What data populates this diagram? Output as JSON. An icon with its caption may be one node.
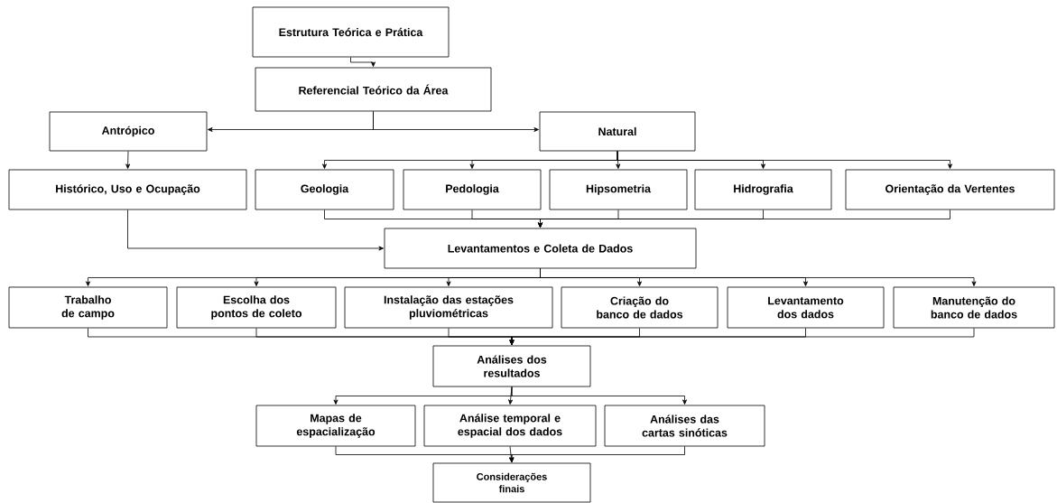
{
  "diagram": {
    "nodes": [
      {
        "text": [
          "Estrutura Teórica e Prática"
        ]
      },
      {
        "text": [
          "Referencial Teórico da Área"
        ]
      },
      {
        "text": [
          "Antrópico"
        ]
      },
      {
        "text": [
          "Natural"
        ]
      },
      {
        "text": [
          "Histórico, Uso e Ocupação"
        ]
      },
      {
        "text": [
          "Geologia"
        ]
      },
      {
        "text": [
          "Pedologia"
        ]
      },
      {
        "text": [
          "Hipsometria"
        ]
      },
      {
        "text": [
          "Hidrografia"
        ]
      },
      {
        "text": [
          "Orientação da Vertentes"
        ]
      },
      {
        "text": [
          "Levantamentos e Coleta de Dados"
        ]
      },
      {
        "text": [
          "Trabalho de campo"
        ]
      },
      {
        "text": [
          "Escolha dos pontos de coleto"
        ]
      },
      {
        "text": [
          "Instalação das estações pluviométricas"
        ]
      },
      {
        "text": [
          "Criação do banco de dados"
        ]
      },
      {
        "text": [
          "Levantamento dos dados"
        ]
      },
      {
        "text": [
          "Manutenção do banco de dados"
        ]
      },
      {
        "text": [
          "Análises dos resultados"
        ]
      },
      {
        "text": [
          "Mapas de espacialização"
        ]
      },
      {
        "text": [
          "Análise temporal e espacial dos dados"
        ]
      },
      {
        "text": [
          "Análises das cartas sinóticas"
        ]
      },
      {
        "text": [
          "Considerações finais"
        ]
      }
    ],
    "edges": [
      {
        "from": 0,
        "to": 1,
        "arrow": "to"
      },
      {
        "from": 1,
        "to": 2,
        "arrow": "to"
      },
      {
        "from": 1,
        "to": 3,
        "arrow": "to"
      },
      {
        "from": 2,
        "to": 4,
        "arrow": "to"
      },
      {
        "from": 3,
        "to": 5,
        "arrow": "to"
      },
      {
        "from": 3,
        "to": 6,
        "arrow": "to"
      },
      {
        "from": 3,
        "to": 7,
        "arrow": "to"
      },
      {
        "from": 3,
        "to": 8,
        "arrow": "to"
      },
      {
        "from": 3,
        "to": 9,
        "arrow": "to"
      },
      {
        "from": 4,
        "to": 10,
        "arrow": "to"
      },
      {
        "from": 5,
        "to": 10,
        "arrow": "to"
      },
      {
        "from": 6,
        "to": 10,
        "arrow": "to"
      },
      {
        "from": 7,
        "to": 10,
        "arrow": "to"
      },
      {
        "from": 8,
        "to": 10,
        "arrow": "to"
      },
      {
        "from": 9,
        "to": 10,
        "arrow": "to"
      },
      {
        "from": 10,
        "to": 11,
        "arrow": "to"
      },
      {
        "from": 10,
        "to": 12,
        "arrow": "to"
      },
      {
        "from": 10,
        "to": 13,
        "arrow": "to"
      },
      {
        "from": 10,
        "to": 14,
        "arrow": "to"
      },
      {
        "from": 10,
        "to": 15,
        "arrow": "to"
      },
      {
        "from": 10,
        "to": 16,
        "arrow": "to"
      },
      {
        "from": 11,
        "to": 17,
        "arrow": "to"
      },
      {
        "from": 12,
        "to": 17,
        "arrow": "to"
      },
      {
        "from": 13,
        "to": 17,
        "arrow": "to"
      },
      {
        "from": 14,
        "to": 17,
        "arrow": "to"
      },
      {
        "from": 15,
        "to": 17,
        "arrow": "to"
      },
      {
        "from": 16,
        "to": 17,
        "arrow": "to"
      },
      {
        "from": 17,
        "to": 18,
        "arrow": "to"
      },
      {
        "from": 17,
        "to": 19,
        "arrow": "to"
      },
      {
        "from": 17,
        "to": 20,
        "arrow": "to"
      },
      {
        "from": 18,
        "to": 21,
        "arrow": "to"
      },
      {
        "from": 19,
        "to": 21,
        "arrow": "to"
      },
      {
        "from": 20,
        "to": 21,
        "arrow": "to"
      }
    ]
  }
}
